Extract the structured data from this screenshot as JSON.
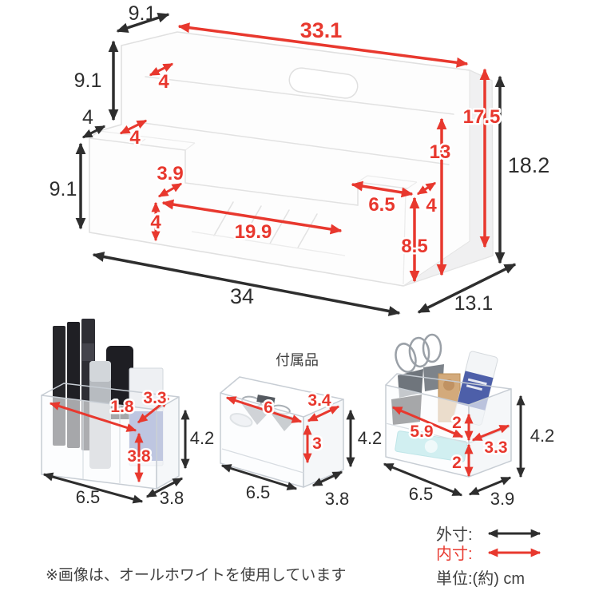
{
  "colors": {
    "outer_dim": "#2e2e2e",
    "inner_dim": "#e8382e",
    "text": "#3f3f3f",
    "background": "#ffffff"
  },
  "main_unit": {
    "dims": {
      "top_depth": "9.1",
      "back_inner_width": "33.1",
      "upper_left_height": "9.1",
      "upper_slot_depth": "4",
      "left_step_depth": "4",
      "lower_slot_depth": "4",
      "back_inner_height": "17.5",
      "middle_inner_height": "13",
      "outer_height": "18.2",
      "left_slot_width": "3.9",
      "front_left_height": "9.1",
      "tray_front_inner_height": "4",
      "tray_inner_width": "19.9",
      "right_slot_width": "6.5",
      "right_slot_depth": "4",
      "right_inner_height": "8.5",
      "outer_width": "34",
      "outer_depth": "13.1"
    }
  },
  "pen_stand": {
    "dims": {
      "inner_width": "1.8",
      "inner_depth": "3.3",
      "inner_height": "3.8",
      "outer_height": "4.2",
      "outer_width": "6.5",
      "outer_depth": "3.8"
    }
  },
  "accessory_case": {
    "label": "付属品",
    "dims": {
      "inner_width": "6",
      "inner_depth": "3.4",
      "inner_height": "3",
      "outer_height": "4.2",
      "outer_width": "6.5",
      "outer_depth": "3.8"
    }
  },
  "clip_case": {
    "dims": {
      "upper_inner_height": "2",
      "inner_width": "5.9",
      "inner_depth": "3.3",
      "lower_inner_height": "2",
      "outer_height": "4.2",
      "outer_width": "6.5",
      "outer_depth": "3.9"
    }
  },
  "legend": {
    "outer_label": "外寸:",
    "inner_label": "内寸:",
    "unit_label": "単位:(約) cm"
  },
  "note": "※画像は、オールホワイトを使用しています"
}
